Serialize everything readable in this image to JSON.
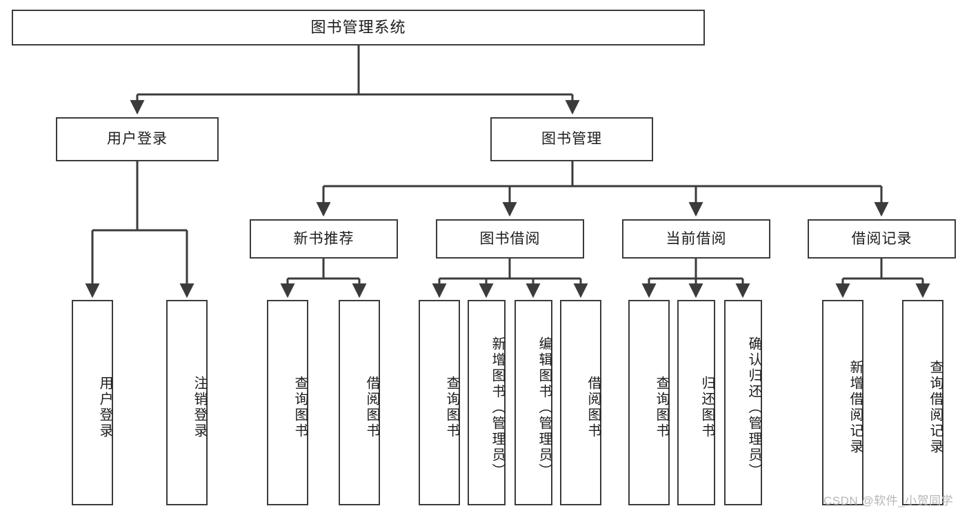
{
  "diagram": {
    "title": "图书管理系统",
    "type": "tree-hierarchy-chart",
    "watermark": "CSDN @软件_小贺同学",
    "colors": {
      "stroke": "#3b3b3b",
      "fill": "#ffffff",
      "text": "#1c1c1c",
      "watermark": "#b6b6b6"
    },
    "root": {
      "label": "图书管理系统"
    },
    "level2": [
      {
        "label": "用户登录"
      },
      {
        "label": "图书管理"
      }
    ],
    "level3": [
      {
        "label": "新书推荐"
      },
      {
        "label": "图书借阅"
      },
      {
        "label": "当前借阅"
      },
      {
        "label": "借阅记录"
      }
    ],
    "leaves": {
      "user_login": [
        {
          "label": "用户登录"
        },
        {
          "label": "注销登录"
        }
      ],
      "new_book_recommend": [
        {
          "label": "查询图书"
        },
        {
          "label": "借阅图书"
        }
      ],
      "book_borrow": [
        {
          "label": "查询图书"
        },
        {
          "label": "新增图书（管理员）"
        },
        {
          "label": "编辑图书（管理员）"
        },
        {
          "label": "借阅图书"
        }
      ],
      "current_borrow": [
        {
          "label": "查询图书"
        },
        {
          "label": "归还图书"
        },
        {
          "label": "确认归还（管理员）"
        }
      ],
      "borrow_record": [
        {
          "label": "新增借阅记录"
        },
        {
          "label": "查询借阅记录"
        }
      ]
    }
  }
}
